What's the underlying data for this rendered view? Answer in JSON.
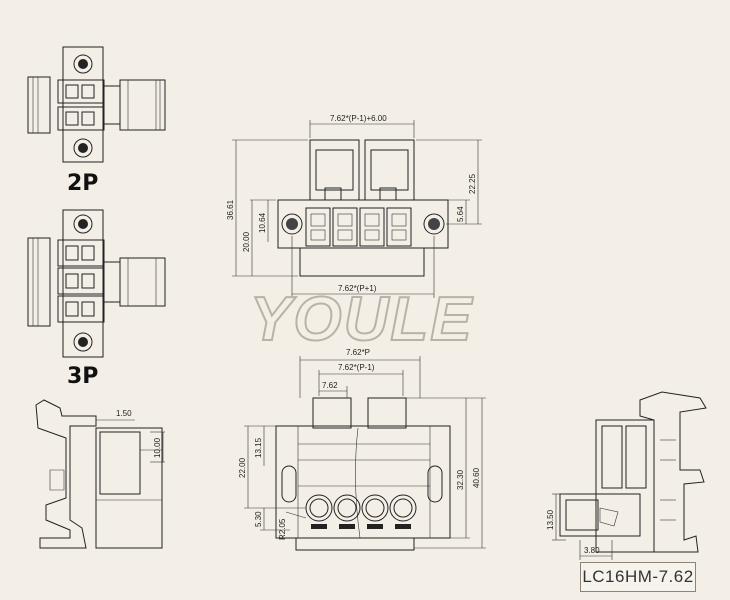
{
  "labels": {
    "view_2p": "2P",
    "view_3p": "3P",
    "watermark": "YOULE",
    "part_number": "LC16HM-7.62"
  },
  "dimensions": {
    "front_top_width": "7.62*(P-1)+6.00",
    "front_height_total": "36.61",
    "front_height_20": "20.00",
    "front_height_1064": "10.64",
    "front_right_2225": "22.25",
    "front_right_564": "5.64",
    "front_bottom_width": "7.62*(P+1)",
    "bottom_width_p": "7.62*P",
    "bottom_width_p1": "7.62*(P-1)",
    "bottom_pitch": "7.62",
    "bottom_left_1315": "13.15",
    "bottom_left_2200": "22.00",
    "bottom_left_530": "5.30",
    "bottom_left_r205": "R2.05",
    "bottom_right_3230": "32.30",
    "bottom_right_4060": "40.60",
    "side_left_150": "1.50",
    "side_left_1000": "10.00",
    "side_right_1350": "13.50",
    "side_right_380": "3.80"
  },
  "colors": {
    "background": "#f3efe6",
    "line": "#222222",
    "watermark": "#b9b3a6"
  }
}
